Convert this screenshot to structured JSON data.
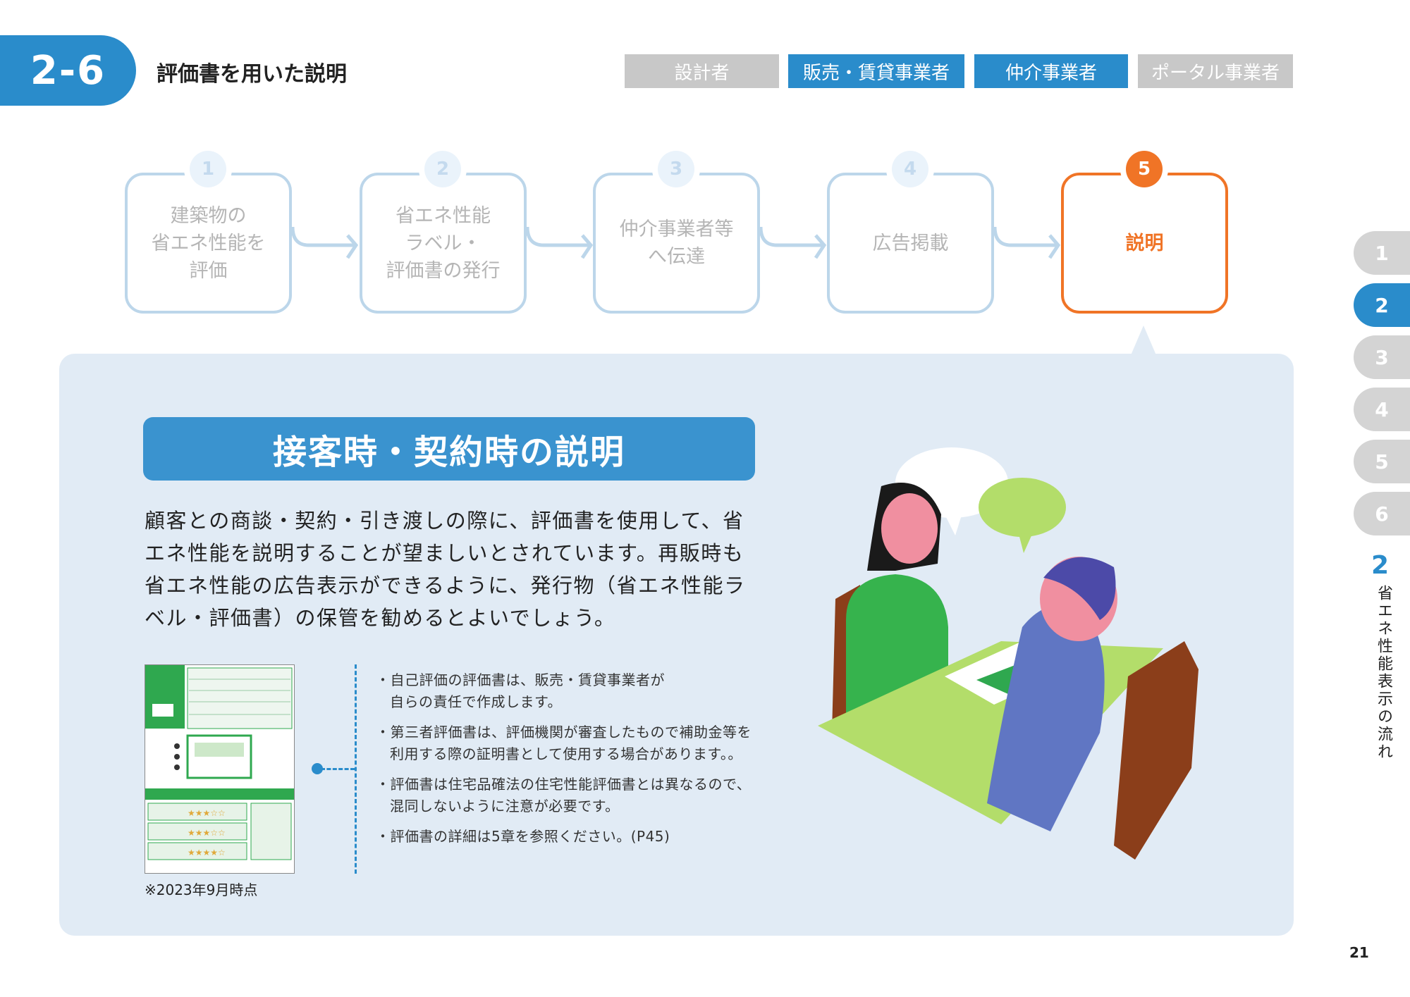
{
  "header": {
    "section": "2-6",
    "title": "評価書を用いた説明",
    "tags": [
      {
        "label": "設計者",
        "active": false
      },
      {
        "label": "販売・賃貸事業者",
        "active": true
      },
      {
        "label": "仲介事業者",
        "active": true
      },
      {
        "label": "ポータル事業者",
        "active": false
      }
    ]
  },
  "steps": [
    {
      "num": "1",
      "label": "建築物の\n省エネ性能を\n評価"
    },
    {
      "num": "2",
      "label": "省エネ性能\nラベル・\n評価書の発行"
    },
    {
      "num": "3",
      "label": "仲介事業者等\nへ伝達"
    },
    {
      "num": "4",
      "label": "広告掲載"
    },
    {
      "num": "5",
      "label": "説明",
      "active": true
    }
  ],
  "main": {
    "heading": "接客時・契約時の説明",
    "paragraph": "顧客との商談・契約・引き渡しの際に、評価書を使用して、省エネ性能を説明することが望ましいとされています。再販時も省エネ性能の広告表示ができるように、発行物（省エネ性能ラベル・評価書）の保管を勧めるとよいでしょう。",
    "caption": "※2023年9月時点",
    "bullets": [
      "・自己評価の評価書は、販売・賃貸事業者が\n自らの責任で作成します。",
      "・第三者評価書は、評価機関が審査したもので補助金等を利用する際の証明書として使用する場合があります。。",
      "・評価書は住宅品確法の住宅性能評価書とは異なるので、混同しないように注意が必要です。",
      "・評価書の詳細は5章を参照ください。(P45)"
    ]
  },
  "sidebar": {
    "tabs": [
      "1",
      "2",
      "3",
      "4",
      "5",
      "6"
    ],
    "active": "2",
    "chapter_num": "2",
    "chapter_title": "省エネ性能表示の流れ"
  },
  "page_number": "21",
  "colors": {
    "blue": "#2a8ccb",
    "orange": "#f07426",
    "gray": "#c8c8c8",
    "panel": "#e1ebf5",
    "green": "#2fa84f"
  }
}
